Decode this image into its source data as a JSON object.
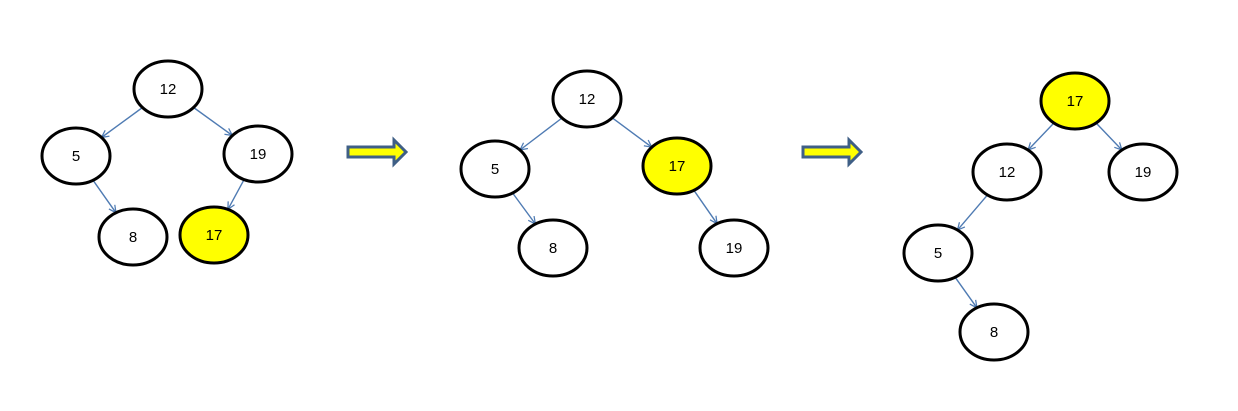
{
  "colors": {
    "node_fill": "#ffffff",
    "highlight_fill": "#ffff00",
    "node_stroke": "#000000",
    "edge": "#4f7bb3",
    "step_arrow_fill": "#ffff00",
    "step_arrow_stroke": "#3f5f86"
  },
  "trees": [
    {
      "name": "tree-1",
      "nodes": [
        {
          "id": "t1n12",
          "label": "12",
          "highlight": false
        },
        {
          "id": "t1n5",
          "label": "5",
          "highlight": false
        },
        {
          "id": "t1n19",
          "label": "19",
          "highlight": false
        },
        {
          "id": "t1n8",
          "label": "8",
          "highlight": false
        },
        {
          "id": "t1n17",
          "label": "17",
          "highlight": true
        }
      ],
      "edges": [
        [
          "t1n12",
          "t1n5"
        ],
        [
          "t1n12",
          "t1n19"
        ],
        [
          "t1n5",
          "t1n8"
        ],
        [
          "t1n19",
          "t1n17"
        ]
      ]
    },
    {
      "name": "tree-2",
      "nodes": [
        {
          "id": "t2n12",
          "label": "12",
          "highlight": false
        },
        {
          "id": "t2n5",
          "label": "5",
          "highlight": false
        },
        {
          "id": "t2n17",
          "label": "17",
          "highlight": true
        },
        {
          "id": "t2n8",
          "label": "8",
          "highlight": false
        },
        {
          "id": "t2n19",
          "label": "19",
          "highlight": false
        }
      ],
      "edges": [
        [
          "t2n12",
          "t2n5"
        ],
        [
          "t2n12",
          "t2n17"
        ],
        [
          "t2n5",
          "t2n8"
        ],
        [
          "t2n17",
          "t2n19"
        ]
      ]
    },
    {
      "name": "tree-3",
      "nodes": [
        {
          "id": "t3n17",
          "label": "17",
          "highlight": true
        },
        {
          "id": "t3n12",
          "label": "12",
          "highlight": false
        },
        {
          "id": "t3n19",
          "label": "19",
          "highlight": false
        },
        {
          "id": "t3n5",
          "label": "5",
          "highlight": false
        },
        {
          "id": "t3n8",
          "label": "8",
          "highlight": false
        }
      ],
      "edges": [
        [
          "t3n17",
          "t3n12"
        ],
        [
          "t3n17",
          "t3n19"
        ],
        [
          "t3n12",
          "t3n5"
        ],
        [
          "t3n5",
          "t3n8"
        ]
      ]
    }
  ],
  "steps": [
    {
      "name": "step-arrow-1",
      "from": "tree-1",
      "to": "tree-2"
    },
    {
      "name": "step-arrow-2",
      "from": "tree-2",
      "to": "tree-3"
    }
  ]
}
